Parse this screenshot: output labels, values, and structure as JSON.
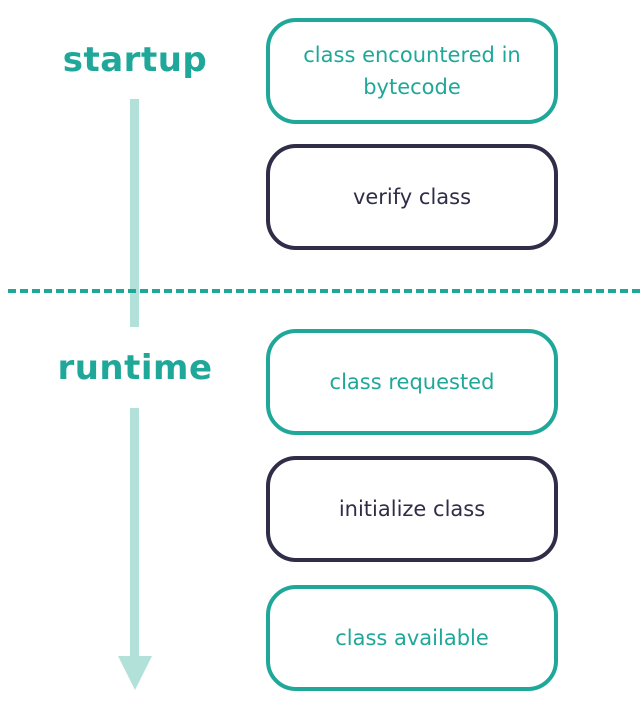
{
  "phases": {
    "startup": "startup",
    "runtime": "runtime"
  },
  "steps": [
    {
      "label": "class encountered in bytecode",
      "style": "teal"
    },
    {
      "label": "verify class",
      "style": "dark"
    },
    {
      "label": "class requested",
      "style": "teal"
    },
    {
      "label": "initialize class",
      "style": "dark"
    },
    {
      "label": "class available",
      "style": "teal"
    }
  ],
  "colors": {
    "teal": "#1fa899",
    "dark": "#2f2d47",
    "arrow": "#b2e1da"
  }
}
